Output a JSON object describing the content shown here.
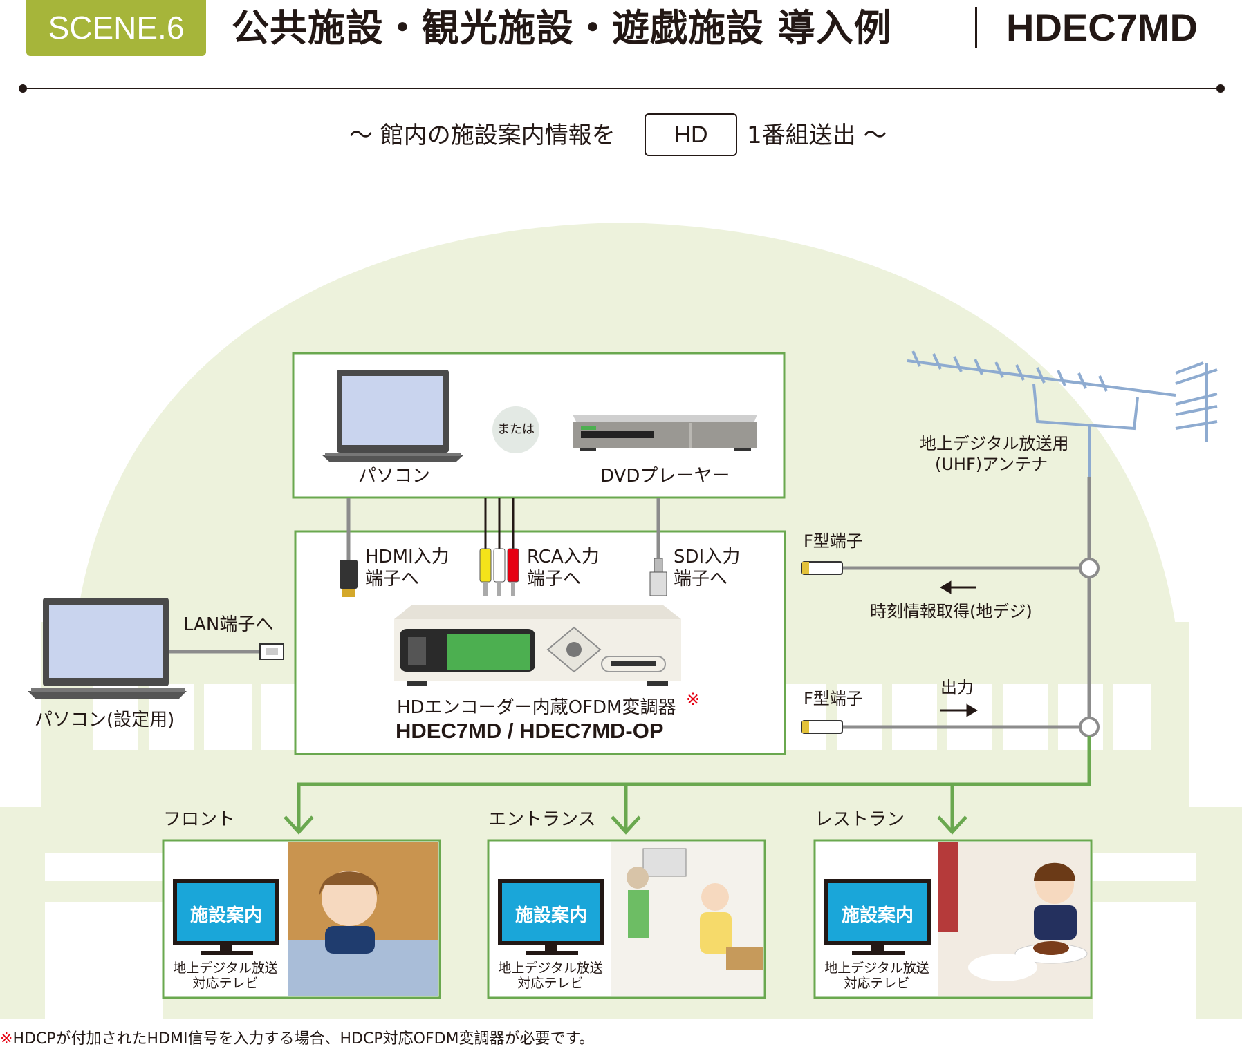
{
  "header": {
    "scene_badge": "SCENE.6",
    "title": "公共施設・観光施設・遊戯施設 導入例",
    "model": "HDEC7MD"
  },
  "subtitle": {
    "left": "〜 館内の施設案内情報を",
    "box": "HD",
    "right": "1番組送出 〜"
  },
  "sources": {
    "pc_label": "パソコン",
    "or_label": "または",
    "dvd_label": "DVDプレーヤー"
  },
  "inputs": {
    "hdmi": "HDMI入力",
    "rca": "RCA入力",
    "sdi": "SDI入力",
    "to_terminal": "端子へ"
  },
  "encoder": {
    "name": "HDエンコーダー内蔵OFDM変調器",
    "note_mark": "※",
    "model": "HDEC7MD / HDEC7MD-OP"
  },
  "setup_pc": {
    "lan_label": "LAN端子へ",
    "label": "パソコン(設定用)"
  },
  "antenna": {
    "label_line1": "地上デジタル放送用",
    "label_line2": "(UHF)アンテナ"
  },
  "connections": {
    "f_terminal_top": "F型端子",
    "time_info": "時刻情報取得(地デジ)",
    "f_terminal_bottom": "F型端子",
    "output": "出力"
  },
  "destinations": [
    {
      "label": "フロント",
      "screen": "施設案内",
      "tv_line1": "地上デジタル放送",
      "tv_line2": "対応テレビ"
    },
    {
      "label": "エントランス",
      "screen": "施設案内",
      "tv_line1": "地上デジタル放送",
      "tv_line2": "対応テレビ"
    },
    {
      "label": "レストラン",
      "screen": "施設案内",
      "tv_line1": "地上デジタル放送",
      "tv_line2": "対応テレビ"
    }
  ],
  "footnote": {
    "mark": "※",
    "text": "HDCPが付加されたHDMI信号を入力する場合、HDCP対応OFDM変調器が必要です。"
  },
  "colors": {
    "badge_green": "#a6b53a",
    "frame_green": "#6aa84f",
    "background_green": "#edf2dc",
    "line_gray": "#8c8c8c",
    "tv_blue": "#1aa6d9",
    "warning_red": "#e60012"
  }
}
